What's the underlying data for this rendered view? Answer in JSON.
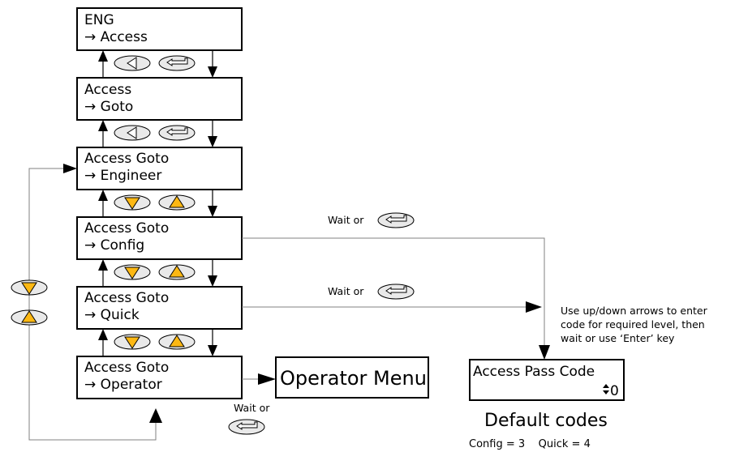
{
  "menu_boxes": [
    {
      "line1": "ENG",
      "line2": "→ Access"
    },
    {
      "line1": "Access",
      "line2": "→ Goto"
    },
    {
      "line1": "Access Goto",
      "line2": "→ Engineer"
    },
    {
      "line1": "Access Goto",
      "line2": "→ Config"
    },
    {
      "line1": "Access Goto",
      "line2": "→ Quick"
    },
    {
      "line1": "Access Goto",
      "line2": "→ Operator"
    }
  ],
  "operator_menu": "Operator Menu",
  "wait_or": "Wait or",
  "instruction_lines": [
    "Use up/down arrows to enter",
    "code for required level, then",
    "wait or use ‘Enter’ key"
  ],
  "pass_code": {
    "label": "Access Pass Code",
    "value": "0"
  },
  "default_codes": {
    "title": "Default codes",
    "text": "Config = 3    Quick = 4"
  },
  "colors": {
    "button_fill": "#e9e9e9",
    "arrow_fill": "#fdb813",
    "line": "#000000",
    "connector": "#808080"
  },
  "icons": [
    "page-left-icon",
    "enter-key-icon",
    "down-arrow-key-icon",
    "up-arrow-key-icon",
    "up-down-arrows-icon"
  ]
}
